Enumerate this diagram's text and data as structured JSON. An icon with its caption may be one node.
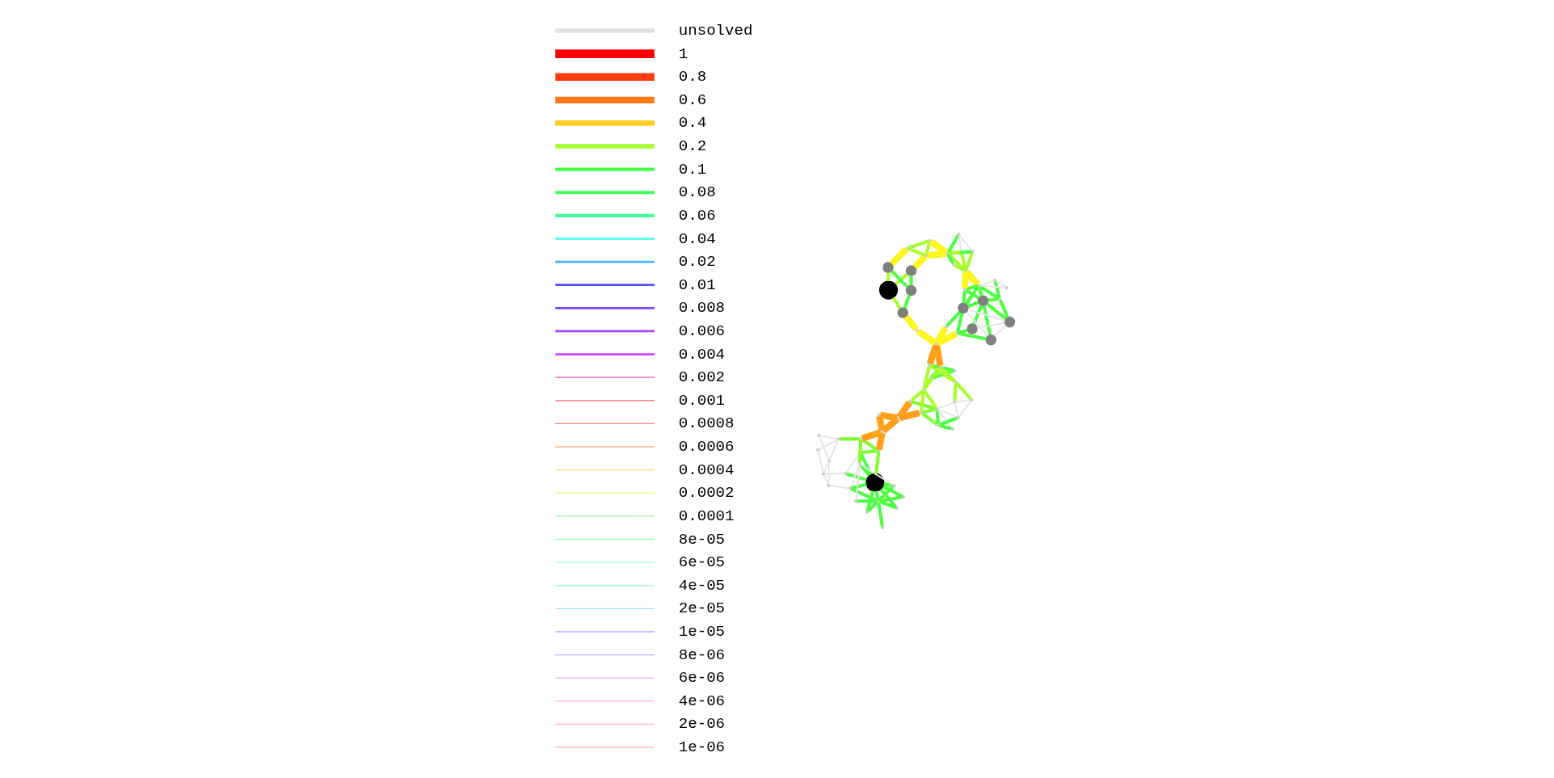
{
  "diagram": {
    "nodes": [
      {
        "text": [],
        "shape": "circle"
      },
      {
        "text": [],
        "shape": "point"
      },
      {
        "text": [],
        "shape": "point"
      },
      {
        "text": [],
        "shape": "point"
      },
      {
        "text": [],
        "shape": "point"
      },
      {
        "text": [],
        "shape": "point"
      },
      {
        "text": [],
        "shape": "point"
      },
      {
        "text": [],
        "shape": "point"
      },
      {
        "text": [],
        "shape": "point"
      },
      {
        "text": [],
        "shape": "point"
      },
      {
        "text": [],
        "shape": "point"
      },
      {
        "text": [],
        "shape": "point"
      },
      {
        "text": [],
        "shape": "point"
      },
      {
        "text": [],
        "shape": "point"
      },
      {
        "text": [],
        "shape": "point"
      },
      {
        "text": [],
        "shape": "point"
      },
      {
        "text": [],
        "shape": "point"
      },
      {
        "text": [],
        "shape": "point"
      },
      {
        "text": [],
        "shape": "point"
      },
      {
        "text": [],
        "shape": "point"
      },
      {
        "text": [],
        "shape": "point"
      },
      {
        "text": [],
        "shape": "point"
      },
      {
        "text": [],
        "shape": "point"
      },
      {
        "text": [],
        "shape": "point"
      },
      {
        "text": [],
        "shape": "point"
      },
      {
        "text": [],
        "shape": "point"
      },
      {
        "text": [],
        "shape": "point"
      },
      {
        "text": [],
        "shape": "point"
      },
      {
        "text": [],
        "shape": "point"
      },
      {
        "text": [],
        "shape": "point"
      },
      {
        "text": [],
        "shape": "point"
      },
      {
        "text": [],
        "shape": "point"
      },
      {
        "text": [],
        "shape": "point"
      },
      {
        "text": [],
        "shape": "point"
      },
      {
        "text": [],
        "shape": "point"
      },
      {
        "text": [],
        "shape": "point"
      },
      {
        "text": [],
        "shape": "point"
      },
      {
        "text": [],
        "shape": "point"
      },
      {
        "text": [],
        "shape": "point"
      },
      {
        "text": [],
        "shape": "circle"
      },
      {
        "text": [],
        "shape": "circle"
      },
      {
        "text": [],
        "shape": "circle"
      },
      {
        "text": [],
        "shape": "circle"
      },
      {
        "text": [],
        "shape": "circle"
      },
      {
        "text": [],
        "shape": "point"
      },
      {
        "text": [],
        "shape": "point"
      },
      {
        "text": [],
        "shape": "point"
      },
      {
        "text": [],
        "shape": "point"
      },
      {
        "text": [],
        "shape": "point"
      },
      {
        "text": [],
        "shape": "point"
      },
      {
        "text": [],
        "shape": "point"
      },
      {
        "text": [],
        "shape": "point"
      },
      {
        "text": [],
        "shape": "point"
      },
      {
        "text": [],
        "shape": "point"
      },
      {
        "text": [],
        "shape": "point"
      },
      {
        "text": [],
        "shape": "point"
      },
      {
        "text": [],
        "shape": "point"
      },
      {
        "text": [],
        "shape": "point"
      },
      {
        "text": [],
        "shape": "circle"
      },
      {
        "text": [],
        "shape": "circle"
      },
      {
        "text": [],
        "shape": "circle"
      },
      {
        "text": [],
        "shape": "circle"
      },
      {
        "text": [],
        "shape": "circle"
      },
      {
        "text": [],
        "shape": "point"
      },
      {
        "text": [],
        "shape": "point"
      }
    ],
    "edges": [
      {
        "from": 5,
        "to": 1,
        "arrow": "none"
      },
      {
        "from": 1,
        "to": 3,
        "arrow": "none"
      },
      {
        "from": 1,
        "to": 4,
        "arrow": "none"
      },
      {
        "from": 2,
        "to": 0,
        "arrow": "none"
      },
      {
        "from": 2,
        "to": 1,
        "arrow": "none"
      },
      {
        "from": 3,
        "to": 0,
        "arrow": "none"
      },
      {
        "from": 4,
        "to": 0,
        "arrow": "none"
      },
      {
        "from": 1,
        "to": 0,
        "arrow": "none"
      },
      {
        "from": 1,
        "to": 6,
        "arrow": "none"
      },
      {
        "from": 1,
        "to": 7,
        "arrow": "none"
      },
      {
        "from": 1,
        "to": 8,
        "arrow": "none"
      },
      {
        "from": 0,
        "to": 6,
        "arrow": "none"
      },
      {
        "from": 0,
        "to": 7,
        "arrow": "none"
      },
      {
        "from": 0,
        "to": 9,
        "arrow": "none"
      },
      {
        "from": 0,
        "to": 10,
        "arrow": "none"
      },
      {
        "from": 0,
        "to": 11,
        "arrow": "none"
      },
      {
        "from": 0,
        "to": 12,
        "arrow": "none",
        "color": "#7fff30"
      },
      {
        "from": 11,
        "to": 12,
        "arrow": "none",
        "color": "#7fff30"
      },
      {
        "from": 10,
        "to": 13,
        "arrow": "none",
        "color": "#7fff30"
      },
      {
        "from": 12,
        "to": 13,
        "arrow": "none",
        "color": "#7fff30"
      },
      {
        "from": 13,
        "to": 14,
        "arrow": "none",
        "color": "#7fff30"
      },
      {
        "from": 12,
        "to": 20,
        "arrow": "none",
        "style": "thick",
        "color": "#ffa01a"
      },
      {
        "from": 13,
        "to": 20,
        "arrow": "none",
        "style": "thick",
        "color": "#ffa01a"
      },
      {
        "from": 5,
        "to": 10,
        "arrow": "none",
        "color": "#e6e6e6"
      },
      {
        "from": 6,
        "to": 10,
        "arrow": "none",
        "color": "#e6e6e6"
      },
      {
        "from": 7,
        "to": 10,
        "arrow": "none",
        "color": "#e6e6e6"
      },
      {
        "from": 9,
        "to": 11,
        "arrow": "none",
        "color": "#e6e6e6"
      },
      {
        "from": 6,
        "to": 15,
        "arrow": "none",
        "color": "#e6e6e6"
      },
      {
        "from": 9,
        "to": 16,
        "arrow": "none",
        "color": "#e6e6e6"
      },
      {
        "from": 15,
        "to": 16,
        "arrow": "none",
        "color": "#e6e6e6"
      },
      {
        "from": 15,
        "to": 17,
        "arrow": "none",
        "color": "#e6e6e6"
      },
      {
        "from": 16,
        "to": 17,
        "arrow": "none",
        "color": "#e6e6e6"
      },
      {
        "from": 16,
        "to": 18,
        "arrow": "none",
        "color": "#e6e6e6"
      },
      {
        "from": 17,
        "to": 14,
        "arrow": "none",
        "color": "#e6e6e6"
      },
      {
        "from": 18,
        "to": 14,
        "arrow": "none",
        "color": "#e6e6e6"
      },
      {
        "from": 17,
        "to": 19,
        "arrow": "none",
        "color": "#e6e6e6"
      },
      {
        "from": 14,
        "to": 19,
        "arrow": "none",
        "color": "#e6e6e6"
      },
      {
        "from": 20,
        "to": 21,
        "arrow": "none",
        "style": "thick",
        "color": "#ffa01a"
      },
      {
        "from": 21,
        "to": 22,
        "arrow": "none",
        "style": "thick",
        "color": "#ffa01a"
      },
      {
        "from": 20,
        "to": 22,
        "arrow": "none",
        "style": "thick",
        "color": "#ffa01a"
      },
      {
        "from": 22,
        "to": 23,
        "arrow": "none",
        "style": "thick",
        "color": "#ffa01a"
      },
      {
        "from": 22,
        "to": 24,
        "arrow": "none",
        "style": "thick",
        "color": "#ffa01a"
      },
      {
        "from": 37,
        "to": 27,
        "arrow": "none",
        "style": "thick",
        "color": "#ffa01a"
      },
      {
        "from": 37,
        "to": 28,
        "arrow": "none",
        "style": "thick",
        "color": "#ffa01a"
      },
      {
        "from": 25,
        "to": 26,
        "arrow": "none"
      },
      {
        "from": 25,
        "to": 27,
        "arrow": "none"
      },
      {
        "from": 26,
        "to": 27,
        "arrow": "none"
      },
      {
        "from": 27,
        "to": 28,
        "arrow": "none"
      },
      {
        "from": 26,
        "to": 29,
        "arrow": "none",
        "color": "#a8ff2a"
      },
      {
        "from": 27,
        "to": 30,
        "arrow": "none",
        "color": "#a8ff2a"
      },
      {
        "from": 28,
        "to": 29,
        "arrow": "none",
        "color": "#a8ff2a"
      },
      {
        "from": 28,
        "to": 30,
        "arrow": "none",
        "color": "#a8ff2a"
      },
      {
        "from": 29,
        "to": 27,
        "arrow": "none",
        "color": "#a8ff2a"
      },
      {
        "from": 29,
        "to": 23,
        "arrow": "none",
        "color": "#a8ff2a"
      },
      {
        "from": 29,
        "to": 24,
        "arrow": "none",
        "color": "#a8ff2a"
      },
      {
        "from": 29,
        "to": 31,
        "arrow": "none",
        "color": "#a8ff2a"
      },
      {
        "from": 30,
        "to": 33,
        "arrow": "none",
        "color": "#a8ff2a"
      },
      {
        "from": 30,
        "to": 34,
        "arrow": "none",
        "color": "#a8ff2a"
      },
      {
        "from": 23,
        "to": 31,
        "arrow": "none",
        "color": "#7fff30"
      },
      {
        "from": 24,
        "to": 31,
        "arrow": "none",
        "color": "#7fff30"
      },
      {
        "from": 23,
        "to": 32,
        "arrow": "none",
        "color": "#7fff30"
      },
      {
        "from": 31,
        "to": 32,
        "arrow": "none"
      },
      {
        "from": 32,
        "to": 35,
        "arrow": "none"
      },
      {
        "from": 32,
        "to": 36,
        "arrow": "none"
      },
      {
        "from": 31,
        "to": 33,
        "arrow": "none",
        "color": "#e6e6e6"
      },
      {
        "from": 31,
        "to": 35,
        "arrow": "none",
        "color": "#e6e6e6"
      },
      {
        "from": 31,
        "to": 36,
        "arrow": "none",
        "color": "#e6e6e6"
      },
      {
        "from": 33,
        "to": 34,
        "arrow": "none",
        "color": "#e6e6e6"
      },
      {
        "from": 33,
        "to": 35,
        "arrow": "none",
        "color": "#e6e6e6"
      },
      {
        "from": 34,
        "to": 35,
        "arrow": "none",
        "color": "#e6e6e6"
      },
      {
        "from": 37,
        "to": 38,
        "arrow": "none",
        "style": "thick",
        "color": "#fff520"
      },
      {
        "from": 38,
        "to": 39,
        "arrow": "none",
        "style": "thick",
        "color": "#fff520"
      },
      {
        "from": 39,
        "to": 40,
        "arrow": "none",
        "color": "#a8ff2a"
      },
      {
        "from": 39,
        "to": 41,
        "arrow": "none"
      },
      {
        "from": 41,
        "to": 42,
        "arrow": "none"
      },
      {
        "from": 40,
        "to": 42,
        "arrow": "none",
        "color": "#a8ff2a"
      },
      {
        "from": 40,
        "to": 43,
        "arrow": "none",
        "color": "#a8ff2a"
      },
      {
        "from": 43,
        "to": 41,
        "arrow": "none"
      },
      {
        "from": 44,
        "to": 43,
        "arrow": "none",
        "style": "thick",
        "color": "#fff520"
      },
      {
        "from": 42,
        "to": 45,
        "arrow": "none",
        "style": "thick",
        "color": "#fff520"
      },
      {
        "from": 44,
        "to": 46,
        "arrow": "none",
        "color": "#a8ff2a"
      },
      {
        "from": 44,
        "to": 45,
        "arrow": "none",
        "color": "#a8ff2a"
      },
      {
        "from": 46,
        "to": 45,
        "arrow": "none",
        "color": "#a8ff2a"
      },
      {
        "from": 47,
        "to": 44,
        "arrow": "none",
        "style": "thick",
        "color": "#fff520"
      },
      {
        "from": 47,
        "to": 46,
        "arrow": "none",
        "style": "thick",
        "color": "#fff520"
      },
      {
        "from": 48,
        "to": 49,
        "arrow": "none",
        "color": "#a8ff2a"
      },
      {
        "from": 48,
        "to": 50,
        "arrow": "none",
        "color": "#a8ff2a"
      },
      {
        "from": 48,
        "to": 51,
        "arrow": "none",
        "color": "#a8ff2a"
      },
      {
        "from": 48,
        "to": 47,
        "arrow": "none",
        "color": "#a8ff2a"
      },
      {
        "from": 51,
        "to": 47,
        "arrow": "none",
        "color": "#a8ff2a"
      },
      {
        "from": 49,
        "to": 47,
        "arrow": "none"
      },
      {
        "from": 50,
        "to": 47,
        "arrow": "none"
      },
      {
        "from": 47,
        "to": 52,
        "arrow": "none"
      },
      {
        "from": 49,
        "to": 52,
        "arrow": "none",
        "color": "#e6e6e6"
      },
      {
        "from": 51,
        "to": 52,
        "arrow": "none",
        "color": "#e6e6e6"
      },
      {
        "from": 53,
        "to": 48,
        "arrow": "none",
        "style": "thick",
        "color": "#fff520"
      },
      {
        "from": 54,
        "to": 48,
        "arrow": "none",
        "style": "thick",
        "color": "#fff520"
      },
      {
        "from": 56,
        "to": 55,
        "arrow": "none"
      },
      {
        "from": 55,
        "to": 53,
        "arrow": "none"
      },
      {
        "from": 55,
        "to": 59,
        "arrow": "none"
      },
      {
        "from": 55,
        "to": 58,
        "arrow": "none"
      },
      {
        "from": 53,
        "to": 58,
        "arrow": "none"
      },
      {
        "from": 53,
        "to": 60,
        "arrow": "none"
      },
      {
        "from": 53,
        "to": 54,
        "arrow": "none"
      },
      {
        "from": 58,
        "to": 54,
        "arrow": "none"
      },
      {
        "from": 60,
        "to": 54,
        "arrow": "none"
      },
      {
        "from": 59,
        "to": 58,
        "arrow": "none"
      },
      {
        "from": 58,
        "to": 62,
        "arrow": "none"
      },
      {
        "from": 58,
        "to": 61,
        "arrow": "none"
      },
      {
        "from": 58,
        "to": 60,
        "arrow": "none"
      },
      {
        "from": 60,
        "to": 63,
        "arrow": "none"
      },
      {
        "from": 60,
        "to": 64,
        "arrow": "none"
      },
      {
        "from": 61,
        "to": 63,
        "arrow": "none"
      },
      {
        "from": 62,
        "to": 63,
        "arrow": "none"
      },
      {
        "from": 56,
        "to": 57,
        "arrow": "none",
        "color": "#e6e6e6"
      },
      {
        "from": 56,
        "to": 53,
        "arrow": "none",
        "color": "#e6e6e6"
      },
      {
        "from": 57,
        "to": 53,
        "arrow": "none",
        "color": "#e6e6e6"
      },
      {
        "from": 59,
        "to": 60,
        "arrow": "none",
        "color": "#e6e6e6"
      },
      {
        "from": 59,
        "to": 61,
        "arrow": "none",
        "color": "#e6e6e6"
      },
      {
        "from": 59,
        "to": 62,
        "arrow": "none",
        "color": "#e6e6e6"
      },
      {
        "from": 62,
        "to": 60,
        "arrow": "none",
        "color": "#e6e6e6"
      },
      {
        "from": 63,
        "to": 37,
        "arrow": "none",
        "style": "thick",
        "color": "#fff520"
      },
      {
        "from": 64,
        "to": 37,
        "arrow": "none",
        "style": "thick",
        "color": "#fff520"
      }
    ],
    "legend": [
      {
        "text": "unsolved"
      },
      {
        "text": "1"
      },
      {
        "text": "0.8"
      },
      {
        "text": "0.6"
      },
      {
        "text": "0.4"
      },
      {
        "text": "0.2"
      },
      {
        "text": "0.1"
      },
      {
        "text": "0.08"
      },
      {
        "text": "0.06"
      },
      {
        "text": "0.04"
      },
      {
        "text": "0.02"
      },
      {
        "text": "0.01"
      },
      {
        "text": "0.008"
      },
      {
        "text": "0.006"
      },
      {
        "text": "0.004"
      },
      {
        "text": "0.002"
      },
      {
        "text": "0.001"
      },
      {
        "text": "0.0008"
      },
      {
        "text": "0.0006"
      },
      {
        "text": "0.0004"
      },
      {
        "text": "0.0002"
      },
      {
        "text": "0.0001"
      },
      {
        "text": "8e-05"
      },
      {
        "text": "6e-05"
      },
      {
        "text": "4e-05"
      },
      {
        "text": "2e-05"
      },
      {
        "text": "1e-05"
      },
      {
        "text": "8e-06"
      },
      {
        "text": "6e-06"
      },
      {
        "text": "4e-06"
      },
      {
        "text": "2e-06"
      },
      {
        "text": "1e-06"
      }
    ]
  }
}
